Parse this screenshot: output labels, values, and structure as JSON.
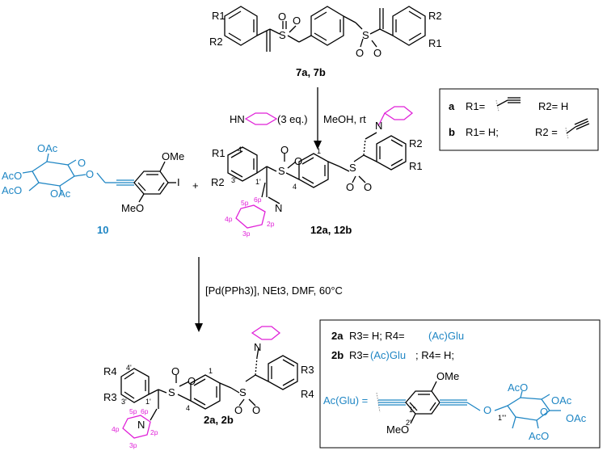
{
  "compounds": {
    "start_label": "7a, 7b",
    "intermediate_label": "12a, 12b",
    "sugar_label": "10",
    "product_label": "2a, 2b"
  },
  "reagents": {
    "step1_amine": "(3 eq.)",
    "step1_conditions": "MeOH, rt",
    "step2_conditions": "[Pd(PPh3)], NEt3, DMF, 60°C",
    "plus": "+"
  },
  "legend_top": {
    "row_a_key": "a",
    "row_a_r1": "R1=",
    "row_a_r2": "R2= H",
    "row_b_key": "b",
    "row_b_r1": "R1= H;",
    "row_b_r2": "R2 ="
  },
  "legend_bottom": {
    "row_2a_key": "2a",
    "row_2a_text_1": "R3= H; R4=",
    "row_2a_glu": "(Ac)Glu",
    "row_2b_key": "2b",
    "row_2b_text_1": "R3=",
    "row_2b_glu": "(Ac)Glu",
    "row_2b_text_2": "; R4= H;",
    "acglu_label": "Ac(Glu) ="
  },
  "atoms": {
    "R1": "R1",
    "R2": "R2",
    "R3": "R3",
    "R4": "R4",
    "S": "S",
    "O": "O",
    "N": "N",
    "HN": "HN",
    "I": "I",
    "OMe": "OMe",
    "MeO": "MeO",
    "OAc": "OAc",
    "AcO": "AcO"
  },
  "numbering": {
    "n1": "1",
    "n4": "4",
    "n3p": "3'",
    "n4p": "4'",
    "n1p": "1'",
    "n1pp": "1\"",
    "n2pp": "2\"",
    "n1ppp": "1'''",
    "p2": "2p",
    "p3": "3p",
    "p4": "4p",
    "p5": "5p",
    "p6": "6p"
  },
  "colors": {
    "sugar_blue": "#1f86c4",
    "piperidine_magenta": "#e020d8",
    "text": "#000000"
  }
}
